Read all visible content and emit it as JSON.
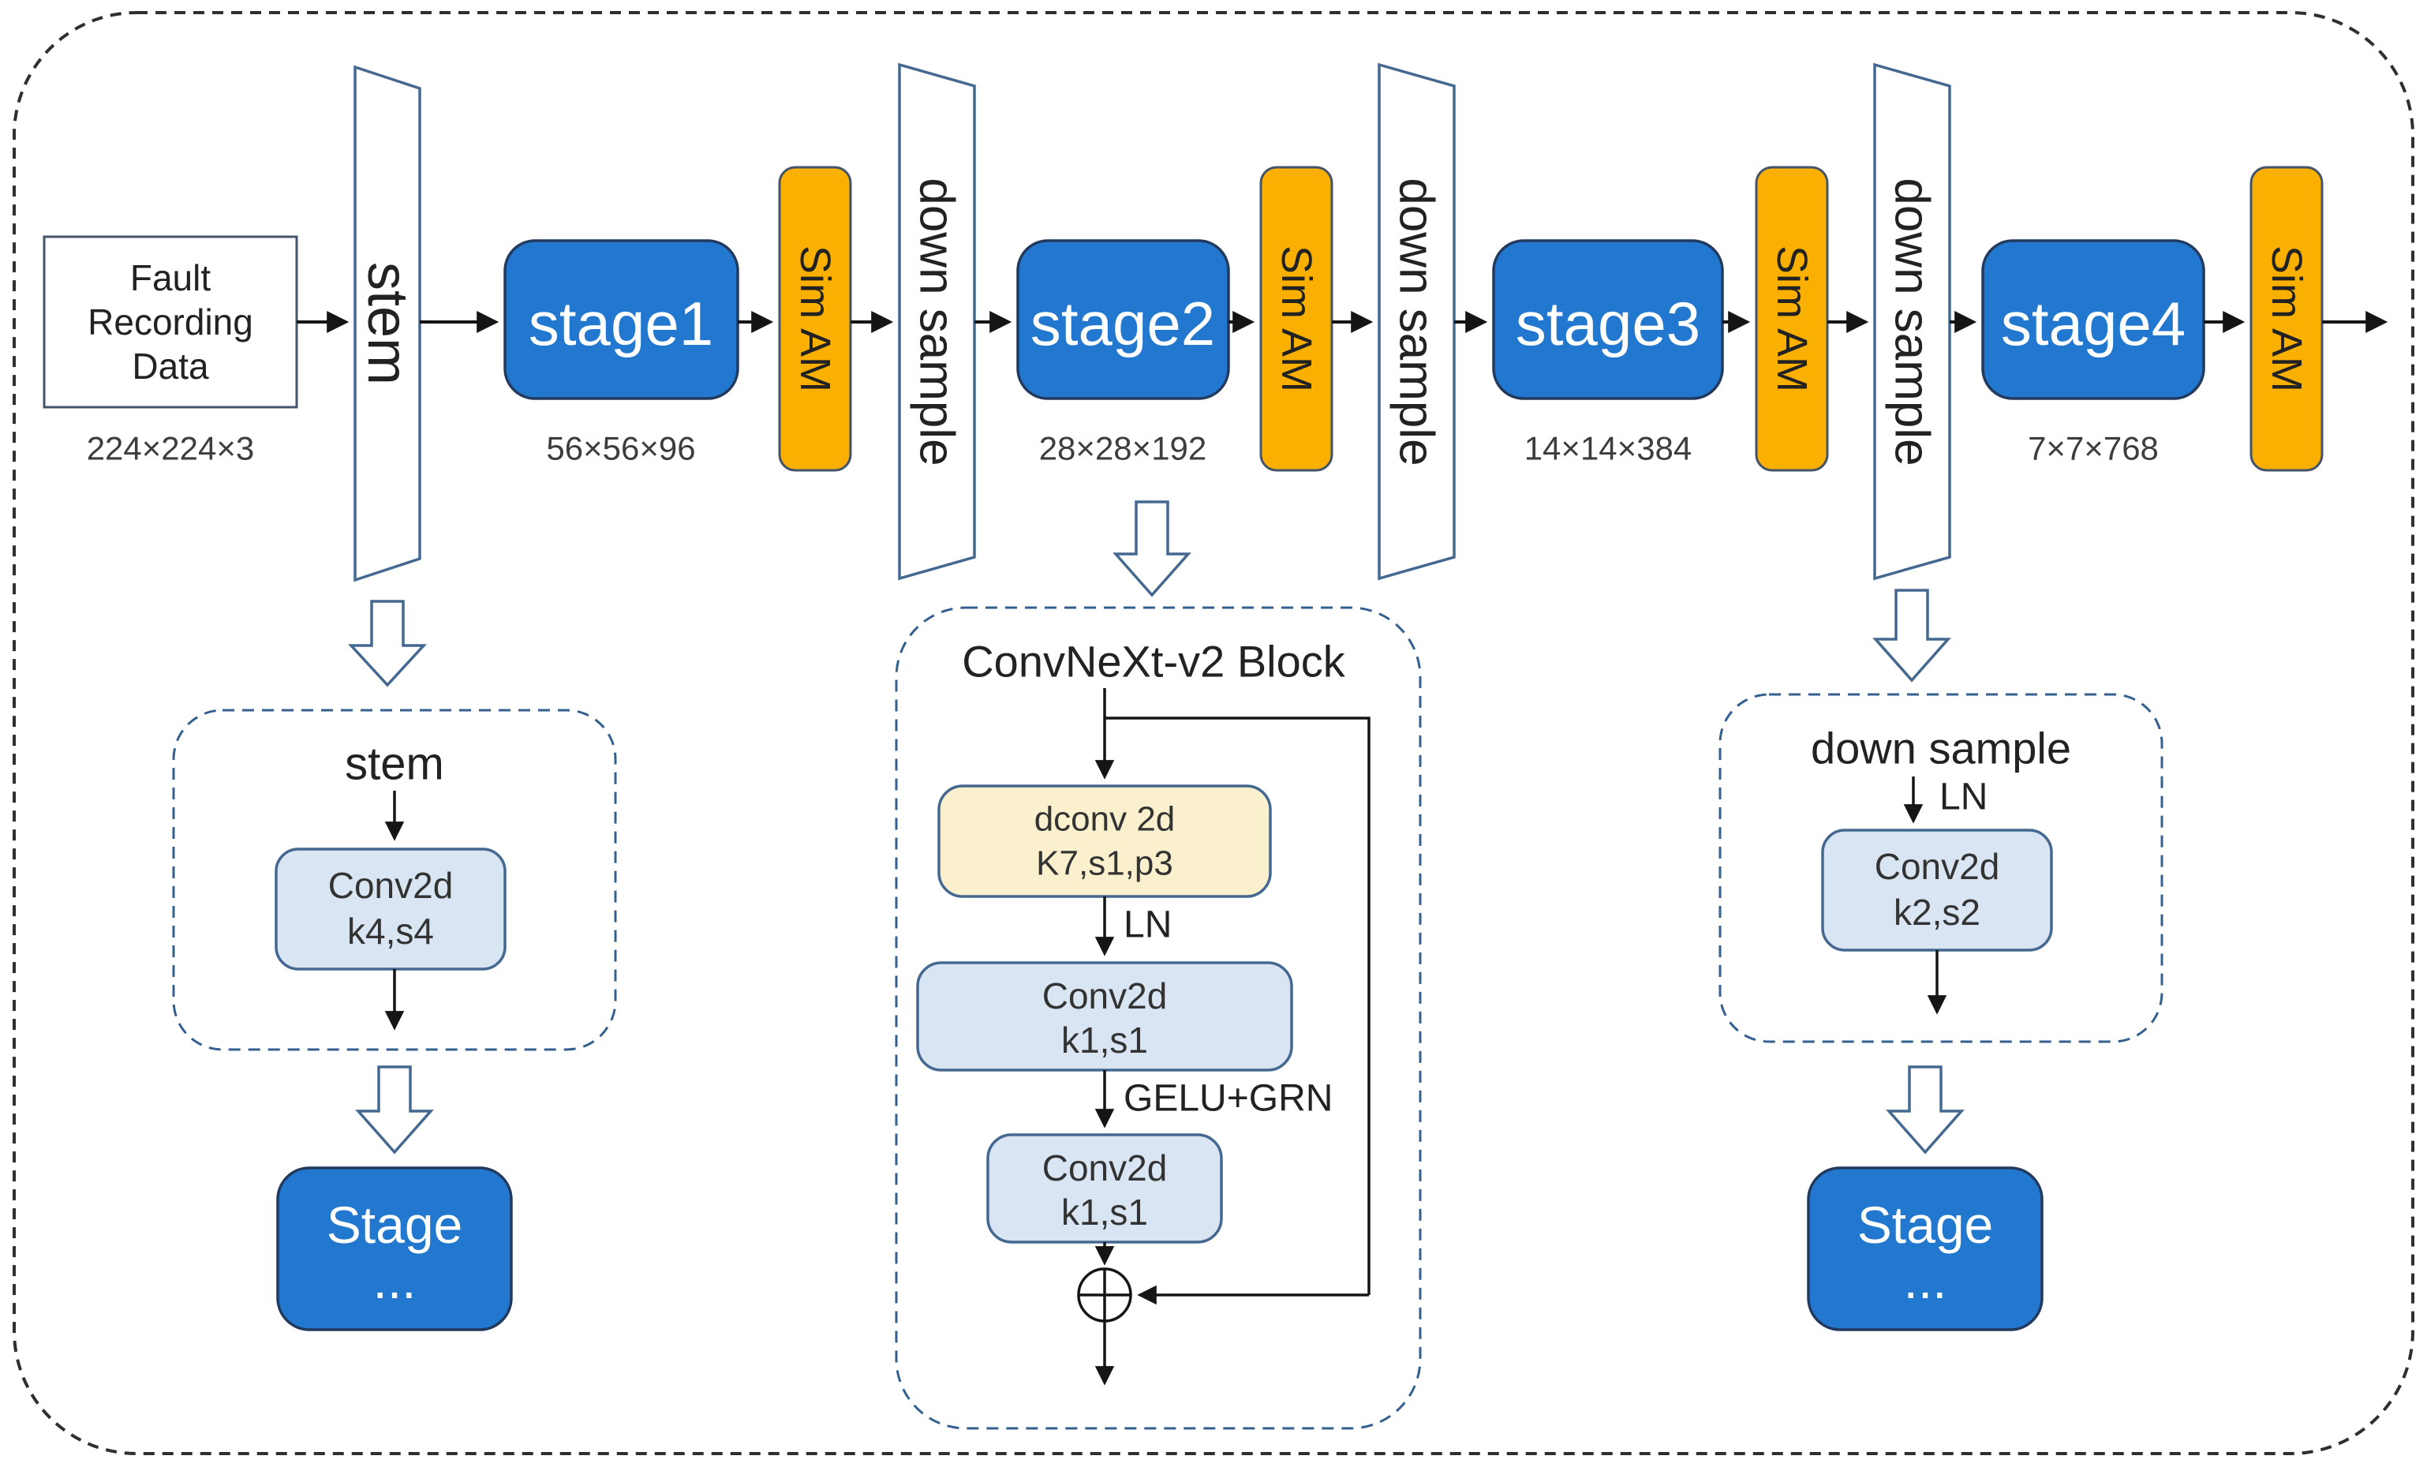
{
  "figure": {
    "description": "ConvNeXt-v2 based network architecture diagram with SimAM attention modules"
  },
  "colors": {
    "stage_blue": "#2277cf",
    "sim_am_orange": "#f9b000",
    "conv_fill": "#d9e5f3",
    "dconv_fill": "#faf0ce",
    "shape_blue": "#44688f",
    "slate_border": "#44546a",
    "dashed_blue": "#33608f"
  },
  "top_row": {
    "input_box": {
      "line1": "Fault",
      "line2": "Recording",
      "line3": "Data",
      "dims": "224×224×3"
    },
    "stem_label": "stem",
    "sim_am_label": "Sim AM",
    "down_sample_label": "down sample",
    "stages": [
      {
        "label": "stage1",
        "dims": "56×56×96"
      },
      {
        "label": "stage2",
        "dims": "28×28×192"
      },
      {
        "label": "stage3",
        "dims": "14×14×384"
      },
      {
        "label": "stage4",
        "dims": "7×7×768"
      }
    ]
  },
  "detail_stem": {
    "title": "stem",
    "conv": {
      "line1": "Conv2d",
      "line2": "k4,s4"
    },
    "stage": {
      "line1": "Stage",
      "line2": "..."
    }
  },
  "detail_block": {
    "title": "ConvNeXt-v2 Block",
    "dconv": {
      "line1": "dconv 2d",
      "line2": "K7,s1,p3"
    },
    "ln_label": "LN",
    "conv1": {
      "line1": "Conv2d",
      "line2": "k1,s1"
    },
    "gelu_label": "GELU+GRN",
    "conv2": {
      "line1": "Conv2d",
      "line2": "k1,s1"
    }
  },
  "detail_down_sample": {
    "title": "down sample",
    "ln_label": "LN",
    "conv": {
      "line1": "Conv2d",
      "line2": "k2,s2"
    },
    "stage": {
      "line1": "Stage",
      "line2": "..."
    }
  }
}
